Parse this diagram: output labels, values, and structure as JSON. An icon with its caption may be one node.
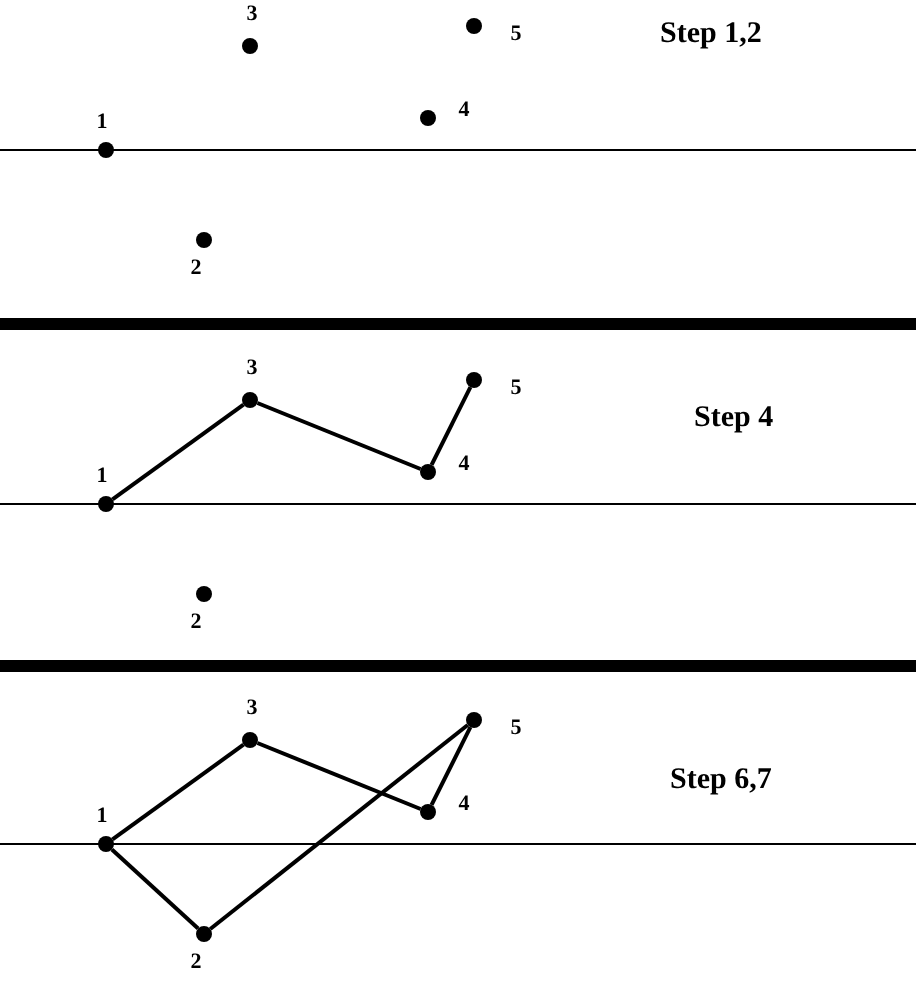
{
  "diagram": {
    "nodes": [
      {
        "text": [
          "1"
        ]
      },
      {
        "text": [
          "2"
        ]
      },
      {
        "text": [
          "3"
        ]
      },
      {
        "text": [
          "4"
        ]
      },
      {
        "text": [
          "5"
        ]
      },
      {
        "text": [
          "1"
        ]
      },
      {
        "text": [
          "2"
        ]
      },
      {
        "text": [
          "3"
        ]
      },
      {
        "text": [
          "4"
        ]
      },
      {
        "text": [
          "5"
        ]
      },
      {
        "text": [
          "1"
        ]
      },
      {
        "text": [
          "2"
        ]
      },
      {
        "text": [
          "3"
        ]
      },
      {
        "text": [
          "4"
        ]
      },
      {
        "text": [
          "5"
        ]
      }
    ],
    "edges": [
      {
        "from": 5,
        "to": 7,
        "arrow": "none"
      },
      {
        "from": 7,
        "to": 8,
        "arrow": "none"
      },
      {
        "from": 8,
        "to": 9,
        "arrow": "none"
      },
      {
        "from": 10,
        "to": 12,
        "arrow": "none"
      },
      {
        "from": 12,
        "to": 13,
        "arrow": "none"
      },
      {
        "from": 13,
        "to": 14,
        "arrow": "none"
      },
      {
        "from": 14,
        "to": 11,
        "arrow": "none"
      },
      {
        "from": 11,
        "to": 10,
        "arrow": "none"
      }
    ],
    "labels": [
      "Step 1,2",
      "Step 4",
      "Step 6,7"
    ]
  }
}
